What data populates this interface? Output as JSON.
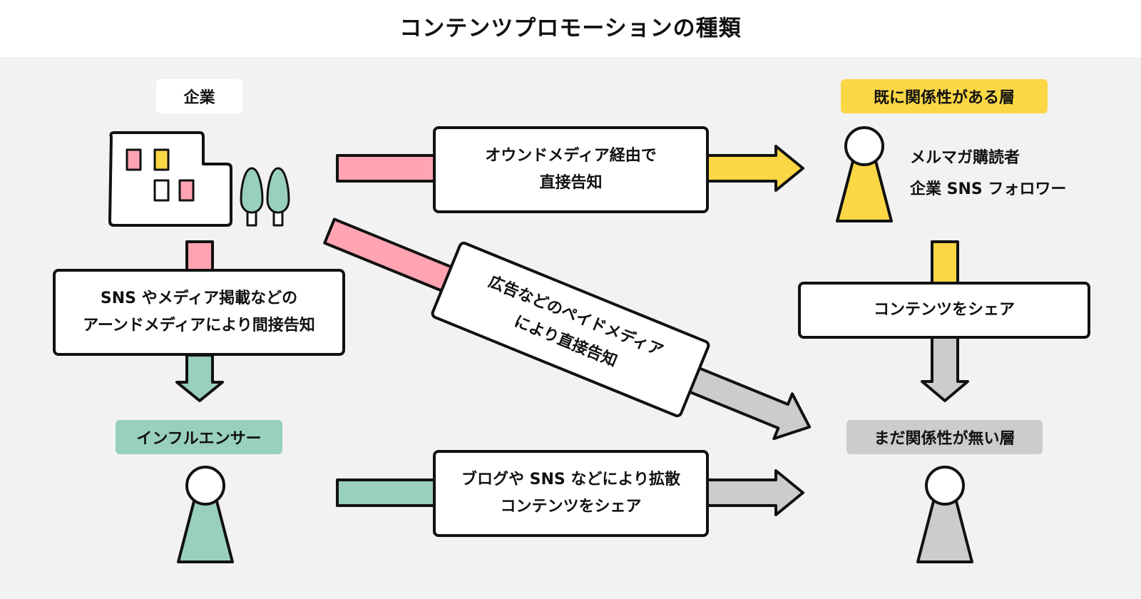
{
  "title": "コンテンツプロモーションの種類",
  "colors": {
    "background": "#f2f2f2",
    "pink": "#ffa4b0",
    "yellow": "#fbd745",
    "green": "#98d0bd",
    "gray": "#cccccc",
    "stroke": "#111111"
  },
  "nodes": {
    "company": {
      "label": "企業",
      "icon": "building-icon"
    },
    "existing": {
      "label": "既に関係性がある層",
      "icon": "person-icon",
      "examples": [
        "メルマガ購読者",
        "企業 SNS フォロワー"
      ]
    },
    "influencer": {
      "label": "インフルエンサー",
      "icon": "person-icon"
    },
    "not_yet": {
      "label": "まだ関係性が無い層",
      "icon": "person-icon"
    }
  },
  "edges": {
    "owned_media": {
      "lines": [
        "オウンドメディア経由で",
        "直接告知"
      ]
    },
    "earned_media": {
      "lines": [
        "SNS やメディア掲載などの",
        "アーンドメディアにより間接告知"
      ]
    },
    "paid_media": {
      "lines": [
        "広告などのペイドメディア",
        "により直接告知"
      ]
    },
    "share_existing": {
      "lines": [
        "コンテンツをシェア"
      ]
    },
    "influencer_spread": {
      "lines": [
        "ブログや SNS などにより拡散",
        "コンテンツをシェア"
      ]
    }
  }
}
